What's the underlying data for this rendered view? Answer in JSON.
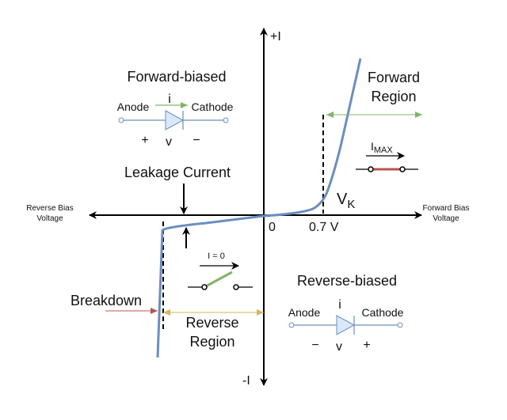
{
  "axes": {
    "y_pos_label": "+I",
    "y_neg_label": "-I",
    "x_neg_label": [
      "Reverse Bias",
      "Voltage"
    ],
    "x_pos_label": [
      "Forward Bias",
      "Voltage"
    ],
    "origin_label": "0",
    "knee_voltage_label": "0.7 V"
  },
  "annotations": {
    "vk": "V",
    "vk_sub": "K",
    "leakage": "Leakage Current",
    "breakdown": "Breakdown",
    "forward_region": [
      "Forward",
      "Region"
    ],
    "reverse_region": [
      "Reverse",
      "Region"
    ]
  },
  "forward_diode": {
    "title": "Forward-biased",
    "anode": "Anode",
    "cathode": "Cathode",
    "current": "i",
    "plus": "+",
    "voltage": "v",
    "minus": "−"
  },
  "reverse_diode": {
    "title": "Reverse-biased",
    "anode": "Anode",
    "cathode": "Cathode",
    "current": "i",
    "minus": "−",
    "voltage": "v",
    "plus": "+"
  },
  "open_switch": {
    "label": "I = 0"
  },
  "closed_switch": {
    "label": "I",
    "label_sub": "MAX"
  },
  "colors": {
    "curve": "#6c8ebf",
    "forward_arrow": "#82b366",
    "reverse_arrow": "#d6b656",
    "breakdown_arrow": "#b85450",
    "diode_fill": "#dae8fc",
    "switch_open": "#82b366",
    "switch_closed": "#b85450"
  }
}
